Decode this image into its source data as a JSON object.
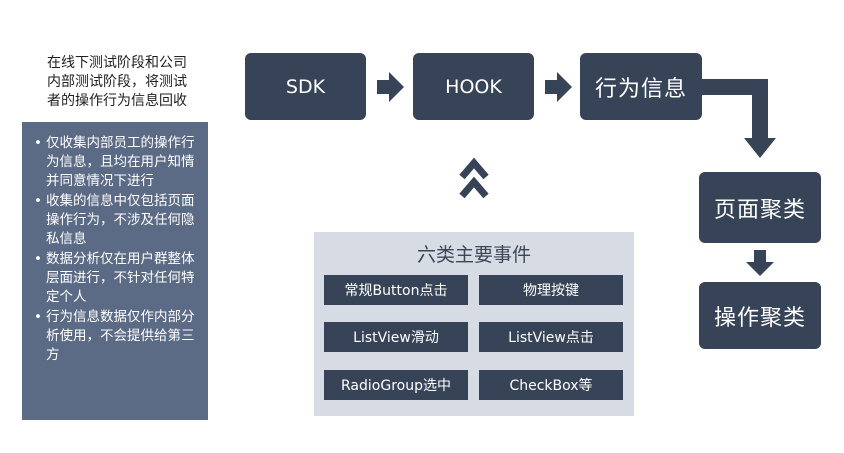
{
  "intro": {
    "lines": [
      "在线下测试阶段和公司",
      "内部测试阶段，将测试",
      "者的操作行为信息回收"
    ]
  },
  "notes": [
    "仅收集内部员工的操作行为信息，且均在用户知情并同意情况下进行",
    "收集的信息中仅包括页面操作行为，不涉及任何隐私信息",
    "数据分析仅在用户群整体层面进行，不针对任何特定个人",
    "行为信息数据仅作内部分析使用，不会提供给第三方"
  ],
  "flow": {
    "sdk": "SDK",
    "hook": "HOOK",
    "behavior": "行为信息",
    "page_cluster": "页面聚类",
    "action_cluster": "操作聚类"
  },
  "events": {
    "title": "六类主要事件",
    "items": [
      "常规Button点击",
      "物理按键",
      "ListView滑动",
      "ListView点击",
      "RadioGroup选中",
      "CheckBox等"
    ]
  },
  "colors": {
    "dark_box": "#374458",
    "note_panel": "#5b6a85",
    "events_panel": "#d6dbe4"
  }
}
